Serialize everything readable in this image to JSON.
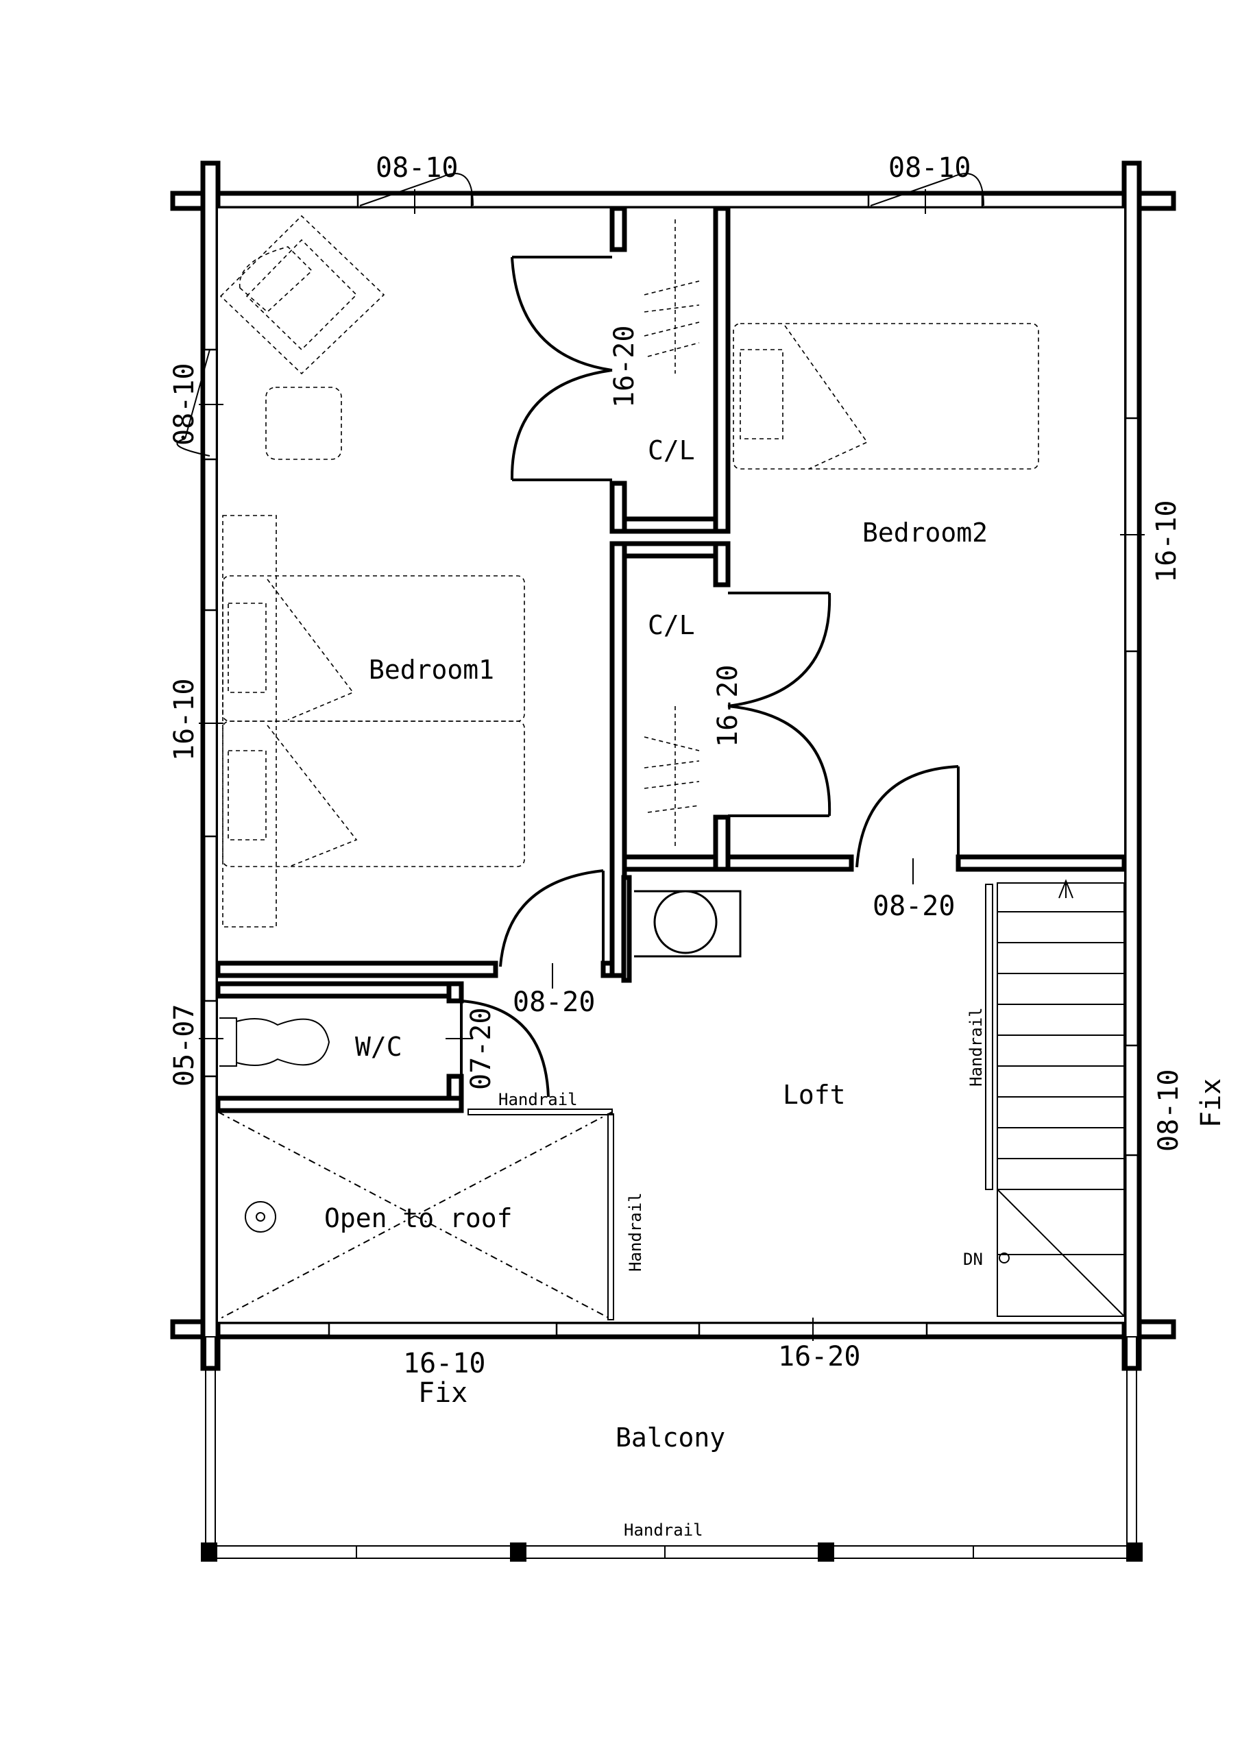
{
  "rooms": {
    "bedroom1": "Bedroom1",
    "bedroom2": "Bedroom2",
    "closet_a": "C/L",
    "closet_b": "C/L",
    "wc": "W/C",
    "loft": "Loft",
    "open_to_roof": "Open to roof",
    "balcony": "Balcony"
  },
  "dimensions": {
    "top_left_window": "08-10",
    "top_right_window": "08-10",
    "left_upper_window": "08-10",
    "left_mid_window": "16-10",
    "left_wc_window": "05-07",
    "closet_a_door": "16-20",
    "closet_b_door": "16-20",
    "right_bedroom2_window": "16-10",
    "bedroom2_door": "08-20",
    "bedroom1_door": "08-20",
    "wc_door": "07-20",
    "right_loft_window": "08-10",
    "right_loft_window_note": "Fix",
    "bottom_left_window": "16-10",
    "bottom_left_window_note": "Fix",
    "bottom_door": "16-20"
  },
  "labels": {
    "handrail_wc": "Handrail",
    "handrail_open": "Handrail",
    "handrail_stair": "Handrail",
    "handrail_balcony": "Handrail",
    "stair_down": "DN"
  }
}
